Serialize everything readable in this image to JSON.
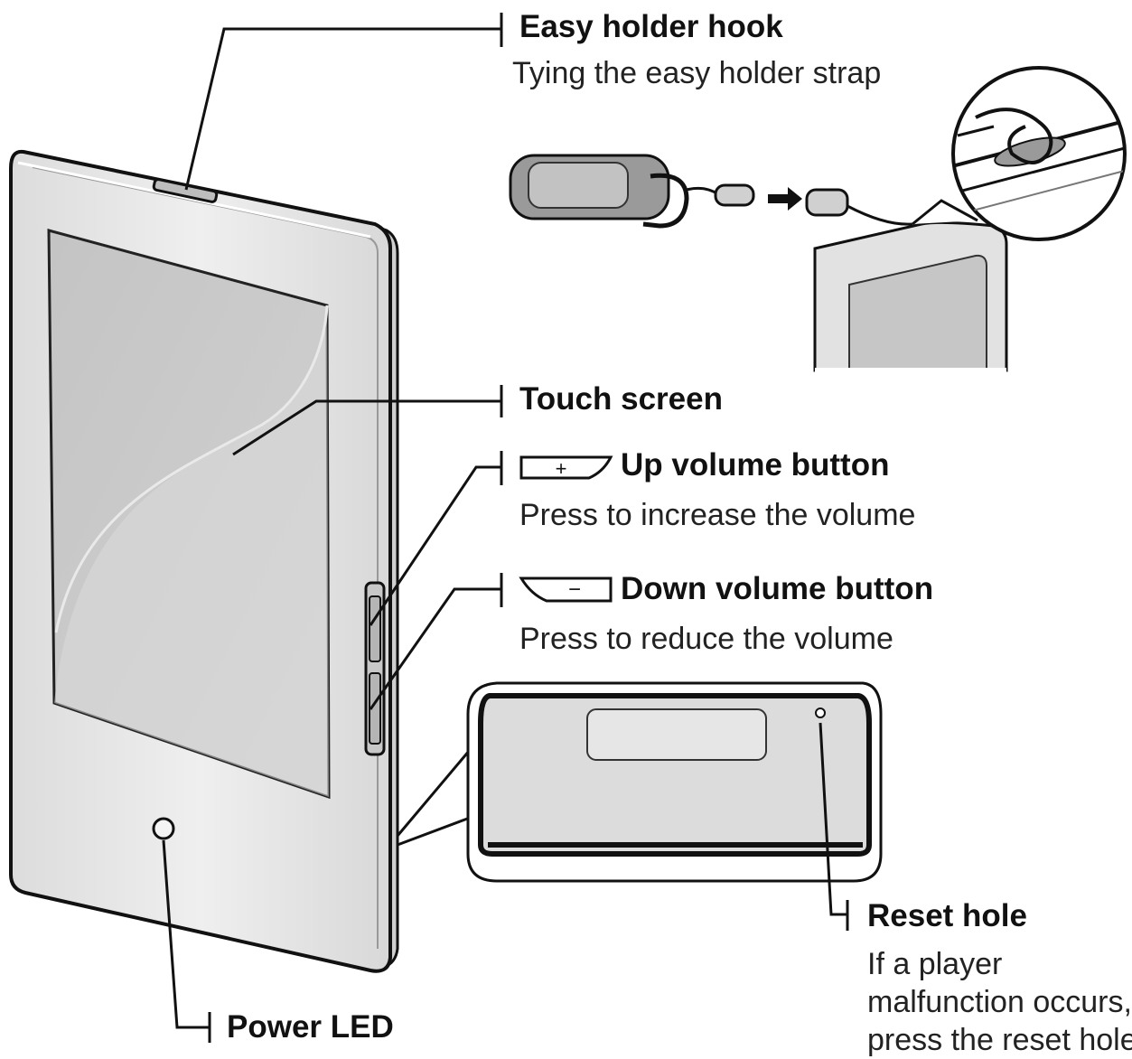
{
  "labels": {
    "easy_holder_hook": {
      "title": "Easy holder hook",
      "description": "Tying the easy holder strap"
    },
    "touch_screen": {
      "title": "Touch screen"
    },
    "up_volume_button": {
      "title": "Up volume button",
      "description": "Press to increase the volume",
      "symbol": "+"
    },
    "down_volume_button": {
      "title": "Down volume button",
      "description": "Press to reduce the volume",
      "symbol": "−"
    },
    "reset_hole": {
      "title": "Reset hole",
      "description_lines": [
        "If a player",
        "malfunction occurs,",
        "press the reset hole"
      ]
    },
    "power_led": {
      "title": "Power LED"
    }
  },
  "colors": {
    "line": "#111111",
    "device_body": "#e6e6e6",
    "screen": "#c9c9c9",
    "screen_highlight": "#dcdcdc"
  }
}
